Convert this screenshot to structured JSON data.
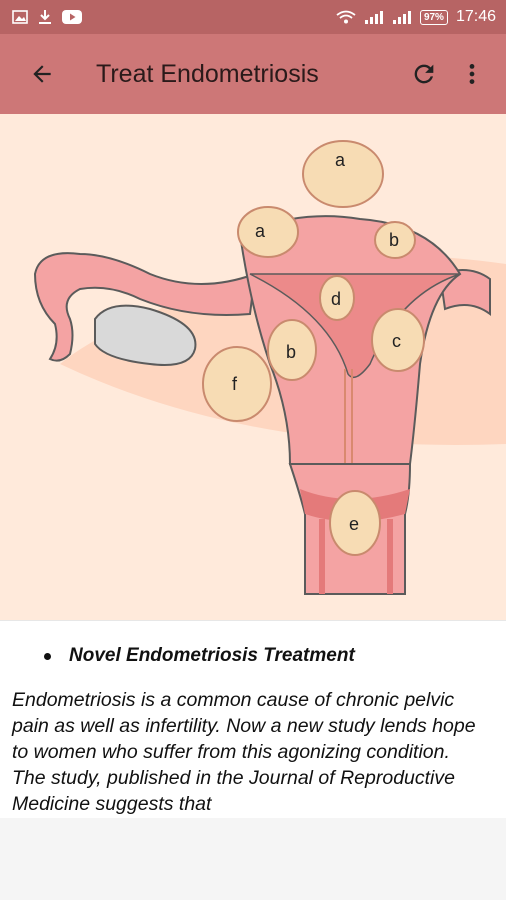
{
  "status_bar": {
    "battery": "97%",
    "time": "17:46",
    "icons": [
      "image-icon",
      "download-icon",
      "youtube-icon",
      "wifi-icon",
      "signal-icon",
      "battery-icon"
    ]
  },
  "app_bar": {
    "title": "Treat Endometriosis",
    "back_icon": "arrow-back-icon",
    "refresh_icon": "refresh-icon",
    "menu_icon": "more-vert-icon"
  },
  "illustration": {
    "labels": [
      "a",
      "a",
      "b",
      "d",
      "b",
      "c",
      "f",
      "e"
    ]
  },
  "article": {
    "heading": "Novel Endometriosis Treatment",
    "body": "Endometriosis is a common cause of chronic pelvic pain as well as infertility. Now a new study lends hope to women who suffer from this agonizing condition. The study, published in the Journal of Reproductive Medicine suggests that"
  },
  "colors": {
    "status_bar": "#b76464",
    "app_bar": "#cd7777",
    "illustration_bg": "#ffeadb",
    "uterus": "#f4a3a3",
    "lesion": "#f7dcb4"
  }
}
